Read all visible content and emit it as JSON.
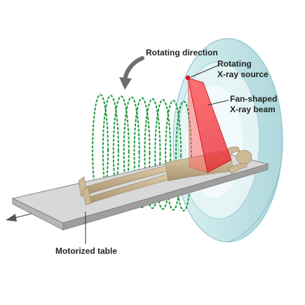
{
  "labels": {
    "rotating_direction": "Rotating direction",
    "xray_source_line1": "Rotating",
    "xray_source_line2": "X-ray source",
    "fan_beam_line1": "Fan-shaped",
    "fan_beam_line2": "X-ray beam",
    "motorized_table": "Motorized table"
  },
  "colors": {
    "helix": "#1e9a3c",
    "gantry_fill": "#bfe3e6",
    "gantry_edge": "#8cc3c8",
    "beam": "#e8202a",
    "table_top": "#d4d4d4",
    "table_side": "#9a9a9a",
    "body": "#c9b48f",
    "arrow": "#777777"
  }
}
